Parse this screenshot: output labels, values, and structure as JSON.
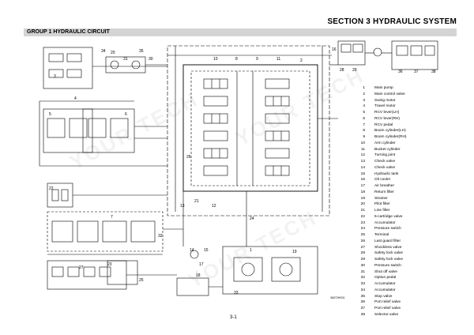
{
  "header": {
    "section_title": "SECTION 3 HYDRAULIC SYSTEM",
    "group_title": "GROUP 1 HYDRAULIC CIRCUIT"
  },
  "legend": [
    {
      "num": "1",
      "text": "Main pump"
    },
    {
      "num": "2",
      "text": "Main control valve"
    },
    {
      "num": "3",
      "text": "Swing motor"
    },
    {
      "num": "4",
      "text": "Travel motor"
    },
    {
      "num": "5",
      "text": "RCV lever(LH)"
    },
    {
      "num": "6",
      "text": "RCV lever(RH)"
    },
    {
      "num": "7",
      "text": "RCV pedal"
    },
    {
      "num": "8",
      "text": "Boom cylinder(LH)"
    },
    {
      "num": "9",
      "text": "Boom cylinder(RH)"
    },
    {
      "num": "10",
      "text": "Arm cylinder"
    },
    {
      "num": "11",
      "text": "Bucket cylinder"
    },
    {
      "num": "12",
      "text": "Turning joint"
    },
    {
      "num": "13",
      "text": "Check valve"
    },
    {
      "num": "14",
      "text": "Check valve"
    },
    {
      "num": "15",
      "text": "Hydraulic tank"
    },
    {
      "num": "16",
      "text": "Oil cooler"
    },
    {
      "num": "17",
      "text": "Air breather"
    },
    {
      "num": "18",
      "text": "Return filter"
    },
    {
      "num": "19",
      "text": "Strainer"
    },
    {
      "num": "20",
      "text": "Pilot filter"
    },
    {
      "num": "21",
      "text": "Line filter"
    },
    {
      "num": "22",
      "text": "5-cartridge valve"
    },
    {
      "num": "23",
      "text": "Accumulator"
    },
    {
      "num": "24",
      "text": "Pressure switch"
    },
    {
      "num": "25",
      "text": "Terminal"
    },
    {
      "num": "26",
      "text": "Last guard filter"
    },
    {
      "num": "27",
      "text": "Shockless valve"
    },
    {
      "num": "28",
      "text": "Safety lock valve"
    },
    {
      "num": "29",
      "text": "Safety lock valve"
    },
    {
      "num": "30",
      "text": "Pressure switch"
    },
    {
      "num": "31",
      "text": "Shut off valve"
    },
    {
      "num": "32",
      "text": "Option pedal"
    },
    {
      "num": "33",
      "text": "Accumulator"
    },
    {
      "num": "34",
      "text": "Accumulator"
    },
    {
      "num": "35",
      "text": "Stop valve"
    },
    {
      "num": "36",
      "text": "Port relief valve"
    },
    {
      "num": "37",
      "text": "Port relief valve"
    },
    {
      "num": "38",
      "text": "Selector valve"
    }
  ],
  "labels": {
    "l1": "1",
    "l2": "2",
    "l3": "3",
    "l4": "4",
    "l5": "5",
    "l6": "6",
    "l7": "7",
    "l8": "8",
    "l9": "9",
    "l10": "10",
    "l11": "11",
    "l12": "12",
    "l13": "13",
    "l14": "14",
    "l15": "15",
    "l16": "16",
    "l17": "17",
    "l18": "18",
    "l19": "19",
    "l20": "20",
    "l21": "21",
    "l22": "22",
    "l23": "23",
    "l24": "24",
    "l25": "25",
    "l26": "26",
    "l27": "27",
    "l28": "28",
    "l29": "29",
    "l30": "30",
    "l31": "31",
    "l32": "32",
    "l33": "33",
    "l34": "34",
    "l35": "35",
    "l36": "36",
    "l37": "37",
    "l38": "38"
  },
  "footer": {
    "page_number": "3-1",
    "drawing_id": "36072HS01"
  },
  "watermark": "YOUR TECH",
  "colors": {
    "line": "#000000",
    "bar": "#d4d4d4"
  }
}
